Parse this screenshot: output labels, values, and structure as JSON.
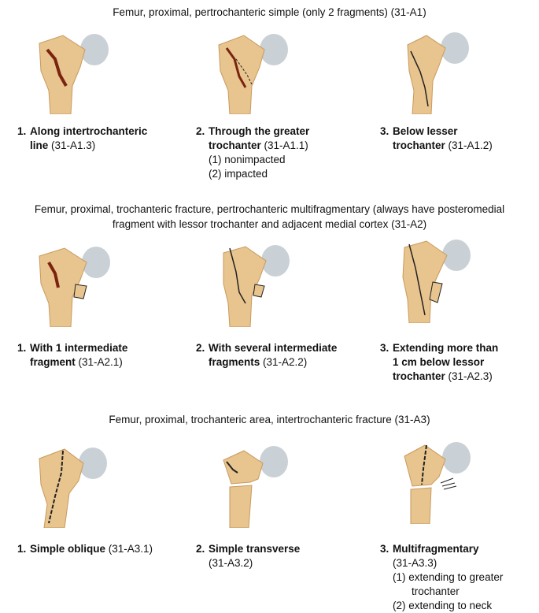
{
  "sections": [
    {
      "heading": "Femur, proximal, pertrochanteric simple (only 2 fragments) (31-A1)",
      "items": [
        {
          "num": "1.",
          "title_lines": [
            "Along intertrochanteric",
            "line"
          ],
          "code": "(31-A1.3)",
          "notes": []
        },
        {
          "num": "2.",
          "title_lines": [
            "Through the greater",
            "trochanter"
          ],
          "code": "(31-A1.1)",
          "notes": [
            "(1) nonimpacted",
            "(2) impacted"
          ]
        },
        {
          "num": "3.",
          "title_lines": [
            "Below lesser",
            "trochanter"
          ],
          "code": "(31-A1.2)",
          "notes": []
        }
      ]
    },
    {
      "heading_lines": [
        "Femur, proximal, trochanteric fracture, pertrochanteric multifragmentary (always have posteromedial",
        "fragment with lessor trochanter and adjacent medial cortex (31-A2)"
      ],
      "items": [
        {
          "num": "1.",
          "title_lines": [
            "With 1 intermediate",
            "fragment"
          ],
          "code": "(31-A2.1)",
          "notes": []
        },
        {
          "num": "2.",
          "title_lines": [
            "With several intermediate",
            "fragments"
          ],
          "code": "(31-A2.2)",
          "notes": []
        },
        {
          "num": "3.",
          "title_lines": [
            "Extending more than",
            "1 cm below lessor",
            "trochanter"
          ],
          "code": "(31-A2.3)",
          "notes": []
        }
      ]
    },
    {
      "heading": "Femur, proximal, trochanteric area, intertrochanteric fracture (31-A3)",
      "items": [
        {
          "num": "1.",
          "title_lines": [
            "Simple oblique"
          ],
          "code": "(31-A3.1)",
          "notes": []
        },
        {
          "num": "2.",
          "title_lines": [
            "Simple transverse"
          ],
          "code_own_line": "(31-A3.2)",
          "notes": []
        },
        {
          "num": "3.",
          "title_lines": [
            "Multifragmentary"
          ],
          "code_own_line": "(31-A3.3)",
          "notes": [
            "(1) extending to greater",
            "trochanter",
            "(2) extending to neck"
          ]
        }
      ]
    }
  ],
  "colors": {
    "bone": "#e8c48f",
    "bone_shade": "#c99a5c",
    "head": "#c9d0d6",
    "fracture": "#7a2410",
    "line": "#222222"
  }
}
